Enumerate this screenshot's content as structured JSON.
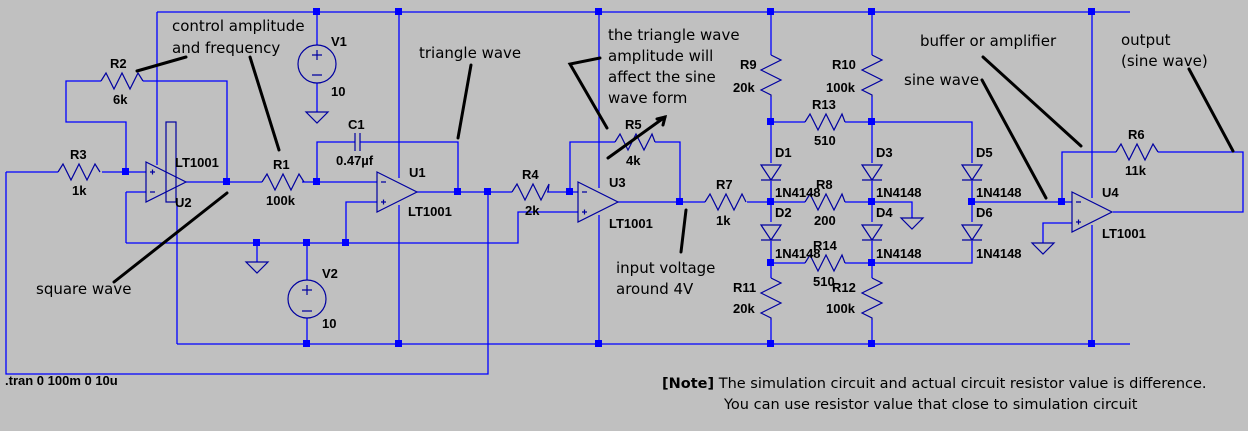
{
  "components": {
    "R1": {
      "name": "R1",
      "value": "100k"
    },
    "R2": {
      "name": "R2",
      "value": "6k"
    },
    "R3": {
      "name": "R3",
      "value": "1k"
    },
    "R4": {
      "name": "R4",
      "value": "2k"
    },
    "R5": {
      "name": "R5",
      "value": "4k"
    },
    "R6": {
      "name": "R6",
      "value": "11k"
    },
    "R7": {
      "name": "R7",
      "value": "1k"
    },
    "R8": {
      "name": "R8",
      "value": "200"
    },
    "R9": {
      "name": "R9",
      "value": "20k"
    },
    "R10": {
      "name": "R10",
      "value": "100k"
    },
    "R11": {
      "name": "R11",
      "value": "20k"
    },
    "R12": {
      "name": "R12",
      "value": "100k"
    },
    "R13": {
      "name": "R13",
      "value": "510"
    },
    "R14": {
      "name": "R14",
      "value": "510"
    },
    "C1": {
      "name": "C1",
      "value": "0.47µf"
    },
    "V1": {
      "name": "V1",
      "value": "10"
    },
    "V2": {
      "name": "V2",
      "value": "10"
    },
    "U1": {
      "name": "U1",
      "model": "LT1001"
    },
    "U2": {
      "name": "U2",
      "model": "LT1001"
    },
    "U3": {
      "name": "U3",
      "model": "LT1001"
    },
    "U4": {
      "name": "U4",
      "model": "LT1001"
    },
    "D1": {
      "name": "D1",
      "model": "1N4148"
    },
    "D2": {
      "name": "D2",
      "model": "1N4148"
    },
    "D3": {
      "name": "D3",
      "model": "1N4148"
    },
    "D4": {
      "name": "D4",
      "model": "1N4148"
    },
    "D5": {
      "name": "D5",
      "model": "1N4148"
    },
    "D6": {
      "name": "D6",
      "model": "1N4148"
    }
  },
  "directive": ".tran 0 100m 0 10u",
  "annotations": {
    "control_1": "control amplitude",
    "control_2": "and frequency",
    "square_wave": "square wave",
    "triangle_wave": "triangle wave",
    "tri_amp_1": "the triangle wave",
    "tri_amp_2": "amplitude will",
    "tri_amp_3": "affect the sine",
    "tri_amp_4": "wave form",
    "input_1": "input voltage",
    "input_2": "around 4V",
    "buffer": "buffer or amplifier",
    "sine_wave": "sine wave",
    "output_1": "output",
    "output_2": "(sine wave)"
  },
  "note": {
    "tag": "[Note]",
    "line1": " The simulation circuit and actual circuit resistor value is difference.",
    "line2": "You can use resistor value that close to simulation circuit"
  }
}
